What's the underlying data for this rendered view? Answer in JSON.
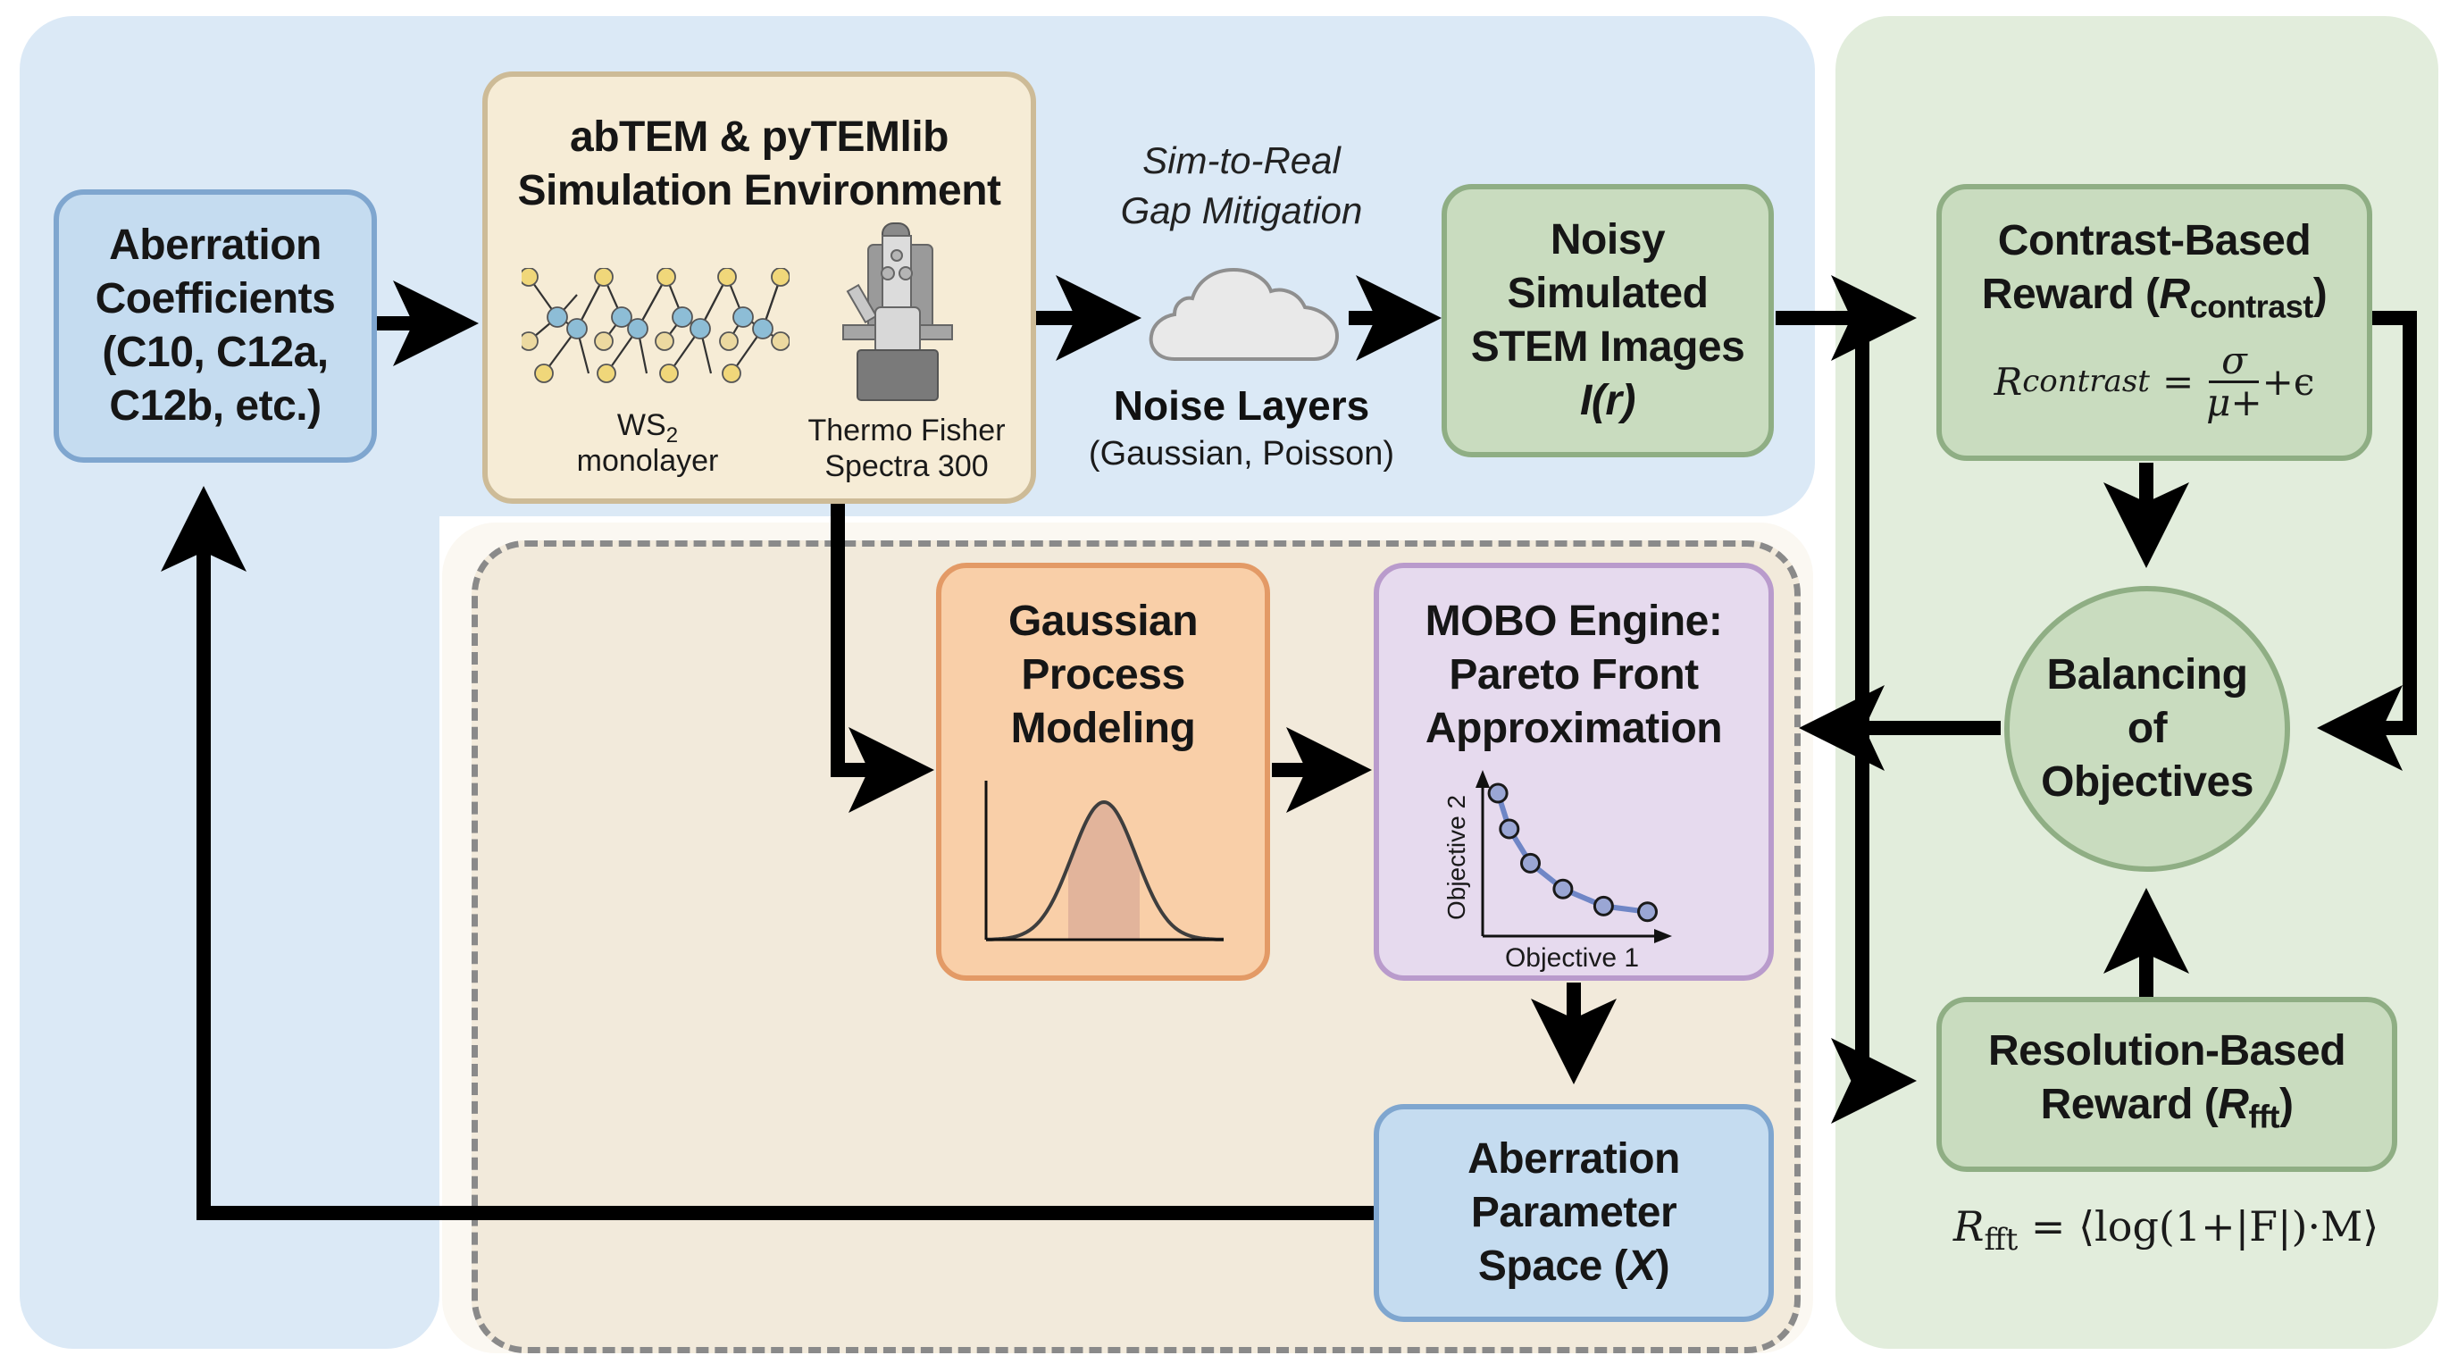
{
  "colors": {
    "blue_region": "#dbe9f6",
    "green_region": "#e2eddc",
    "optimizer_region": "#f2eadb",
    "blue_node_fill": "#c5dcf0",
    "blue_node_border": "#7fa6cf",
    "tan_node_fill": "#f6ecd6",
    "tan_node_border": "#cdbb97",
    "green_node_fill": "#c9dcbf",
    "green_node_border": "#8fae84",
    "orange_node_fill": "#f9cfa8",
    "orange_node_border": "#e39a66",
    "purple_node_fill": "#e6daee",
    "purple_node_border": "#b99bcc",
    "arrow": "#000000",
    "dashed_border": "#8a8a8a"
  },
  "nodes": {
    "aberration_coefficients": {
      "lines": [
        "Aberration",
        "Coefficients",
        "(C10, C12a,",
        "C12b, etc.)"
      ]
    },
    "simulation_environment": {
      "title_lines": [
        "abTEM & pyTEMlib",
        "Simulation Environment"
      ],
      "material_label": "WS",
      "material_subscript": "2",
      "material_label_2": "monolayer",
      "microscope_label_lines": [
        "Thermo Fisher",
        "Spectra 300"
      ],
      "icons": [
        "ws2-lattice-icon",
        "electron-microscope-icon"
      ]
    },
    "noise": {
      "caption_lines": [
        "Sim-to-Real",
        "Gap Mitigation"
      ],
      "title": "Noise Layers",
      "subtitle": "(Gaussian, Poisson)",
      "icon": "cloud-icon"
    },
    "noisy_images": {
      "lines": [
        "Noisy",
        "Simulated",
        "STEM Images"
      ],
      "symbol": "I(r)"
    },
    "contrast_reward": {
      "title_lines": [
        "Contrast-Based",
        "Reward ("
      ],
      "symbol_main": "R",
      "symbol_sub": "contrast",
      "formula_lhs_main": "R",
      "formula_lhs_sub": "contrast",
      "formula_eq": "=",
      "formula_numerator": "σ",
      "formula_denominator": "μ+",
      "formula_tail": "+ϵ"
    },
    "balancing": {
      "lines": [
        "Balancing",
        "of",
        "Objectives"
      ]
    },
    "resolution_reward": {
      "title_lines": [
        "Resolution-Based",
        "Reward ("
      ],
      "symbol_main": "R",
      "symbol_sub": "fft",
      "formula_lhs_main": "R",
      "formula_lhs_sub": "fft",
      "formula_rhs": "= ⟨log(1+|F|)·M⟩"
    },
    "gaussian_process": {
      "lines": [
        "Gaussian",
        "Process",
        "Modeling"
      ],
      "icon": "gaussian-curve-icon"
    },
    "mobo_engine": {
      "lines": [
        "MOBO Engine:",
        "Pareto Front",
        "Approximation"
      ],
      "plot": {
        "xlabel": "Objective 1",
        "ylabel": "Objective 2",
        "pareto_points": [
          [
            0.05,
            0.95
          ],
          [
            0.12,
            0.7
          ],
          [
            0.25,
            0.46
          ],
          [
            0.45,
            0.28
          ],
          [
            0.7,
            0.16
          ],
          [
            0.97,
            0.12
          ]
        ]
      }
    },
    "parameter_space": {
      "lines": [
        "Aberration",
        "Parameter"
      ],
      "line3_prefix": "Space (",
      "line3_symbol": "X",
      "line3_suffix": ")"
    }
  }
}
